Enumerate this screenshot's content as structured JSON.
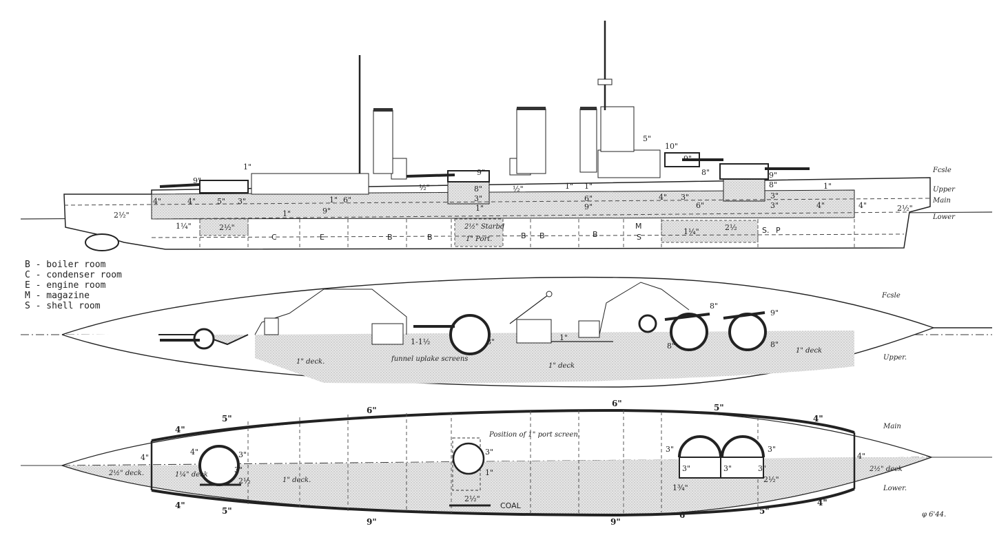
{
  "legend": [
    {
      "key": "B",
      "text": "B - boiler room"
    },
    {
      "key": "C",
      "text": "C - condenser room"
    },
    {
      "key": "E",
      "text": "E - engine room"
    },
    {
      "key": "M",
      "text": "M - magazine"
    },
    {
      "key": "S",
      "text": "S - shell room"
    }
  ],
  "deck_labels": {
    "fcsle_profile": "Fcsle",
    "upper_profile": "Upper",
    "main_profile": "Main",
    "lower_profile": "Lower",
    "fcsle_plan": "Fcsle",
    "upper_plan": "Upper.",
    "main_plan": "Main",
    "lower_plan": "Lower."
  },
  "profile_rooms": [
    "C",
    "E",
    "B",
    "B",
    "B",
    "B",
    "B",
    "M",
    "S",
    "S.",
    "P"
  ],
  "profile_thickness": [
    "9\"",
    "1\"",
    "4\"",
    "4\"",
    "5\"",
    "3\"",
    "2½\"",
    "1¼\"",
    "2½\"",
    "1\"",
    "6\"",
    "9\"",
    "1\"",
    "½\"",
    "9\"",
    "8\"",
    "3\"",
    "1\"",
    "½\"",
    "1\"",
    "1\"",
    "6\"",
    "9\"",
    "10\"",
    "5\"",
    "9\"",
    "8\"",
    "9\"",
    "8\"",
    "4\"",
    "3\"",
    "6\"",
    "3\"",
    "3\"",
    "1\"",
    "4\"",
    "4\"",
    "2½\"",
    "1¼\"",
    "2½",
    "2½\" Starbd",
    "1\" Port."
  ],
  "upper_plan_text": {
    "deck_fwd": "1\" deck.",
    "screens": "funnel uplake screens",
    "deck_mid": "1\" deck",
    "deck_aft": "1\" deck",
    "t1": "1-1½",
    "t2": "8\"",
    "t3": "1\"",
    "t4": "8\"",
    "t5": "9\"",
    "t6": "8\"",
    "t7": "8\""
  },
  "main_plan_text": {
    "port_screen": "Position of 1\" port screen.",
    "coal": "COAL",
    "deck_a": "2½\" deck.",
    "deck_b": "1¼\" deck",
    "deck_c": "1\" deck.",
    "deck_d": "2½\" deck",
    "top": [
      "4\"",
      "5\"",
      "6\"",
      "6\"",
      "5\"",
      "4\""
    ],
    "bottom": [
      "4\"",
      "5\"",
      "9\"",
      "9\"",
      "6\"",
      "5\"",
      "4\""
    ],
    "misc": [
      "4\"",
      "4\"",
      "3\"",
      "3\"",
      "2½",
      "3\"",
      "1\"",
      "2½\"",
      "3\"",
      "3\"",
      "3\"",
      "3\"",
      "3\"",
      "2½\"",
      "1¾\"",
      "4\""
    ]
  },
  "signature": "φ 6'44."
}
